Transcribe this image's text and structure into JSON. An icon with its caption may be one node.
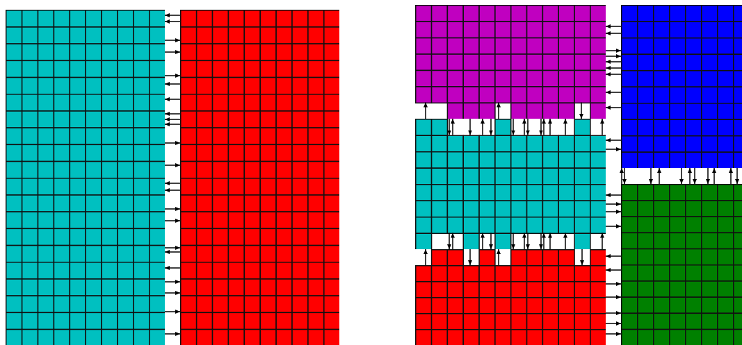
{
  "diagram": {
    "nodes": [
      {
        "text": [],
        "shape": "box"
      },
      {
        "text": [],
        "shape": "box"
      },
      {
        "text": [],
        "shape": "box"
      },
      {
        "text": [],
        "shape": "box"
      },
      {
        "text": [],
        "shape": "box"
      },
      {
        "text": [],
        "shape": "box"
      },
      {
        "text": [],
        "shape": "box"
      }
    ],
    "edges": [
      {
        "from": 1,
        "to": 0,
        "arrow": "to"
      },
      {
        "from": 1,
        "to": 0,
        "arrow": "to"
      },
      {
        "from": 0,
        "to": 1,
        "arrow": "to"
      },
      {
        "from": 0,
        "to": 1,
        "arrow": "to"
      },
      {
        "from": 0,
        "to": 1,
        "arrow": "to"
      },
      {
        "from": 1,
        "to": 0,
        "arrow": "to"
      },
      {
        "from": 1,
        "to": 0,
        "arrow": "to"
      },
      {
        "from": 1,
        "to": 0,
        "arrow": "to"
      },
      {
        "from": 1,
        "to": 0,
        "arrow": "to"
      },
      {
        "from": 1,
        "to": 0,
        "arrow": "to"
      },
      {
        "from": 0,
        "to": 1,
        "arrow": "to"
      },
      {
        "from": 0,
        "to": 1,
        "arrow": "to"
      },
      {
        "from": 1,
        "to": 0,
        "arrow": "to"
      },
      {
        "from": 1,
        "to": 0,
        "arrow": "to"
      },
      {
        "from": 0,
        "to": 1,
        "arrow": "to"
      },
      {
        "from": 0,
        "to": 1,
        "arrow": "to"
      },
      {
        "from": 0,
        "to": 1,
        "arrow": "to"
      },
      {
        "from": 1,
        "to": 0,
        "arrow": "to"
      },
      {
        "from": 1,
        "to": 0,
        "arrow": "to"
      },
      {
        "from": 0,
        "to": 1,
        "arrow": "to"
      },
      {
        "from": 0,
        "to": 1,
        "arrow": "to"
      },
      {
        "from": 0,
        "to": 1,
        "arrow": "to"
      },
      {
        "from": 0,
        "to": 1,
        "arrow": "to"
      },
      {
        "from": 3,
        "to": 2,
        "arrow": "to"
      },
      {
        "from": 3,
        "to": 2,
        "arrow": "to"
      },
      {
        "from": 2,
        "to": 3,
        "arrow": "to"
      },
      {
        "from": 2,
        "to": 3,
        "arrow": "to"
      },
      {
        "from": 3,
        "to": 2,
        "arrow": "to"
      },
      {
        "from": 3,
        "to": 2,
        "arrow": "to"
      },
      {
        "from": 3,
        "to": 2,
        "arrow": "to"
      },
      {
        "from": 3,
        "to": 2,
        "arrow": "to"
      },
      {
        "from": 3,
        "to": 2,
        "arrow": "to"
      },
      {
        "from": 3,
        "to": 4,
        "arrow": "to"
      },
      {
        "from": 4,
        "to": 3,
        "arrow": "to"
      },
      {
        "from": 5,
        "to": 4,
        "arrow": "to"
      },
      {
        "from": 4,
        "to": 5,
        "arrow": "to"
      },
      {
        "from": 4,
        "to": 5,
        "arrow": "to"
      },
      {
        "from": 4,
        "to": 5,
        "arrow": "to"
      },
      {
        "from": 5,
        "to": 6,
        "arrow": "to"
      },
      {
        "from": 5,
        "to": 6,
        "arrow": "to"
      },
      {
        "from": 6,
        "to": 5,
        "arrow": "to"
      },
      {
        "from": 6,
        "to": 5,
        "arrow": "to"
      },
      {
        "from": 6,
        "to": 5,
        "arrow": "to"
      },
      {
        "from": 6,
        "to": 5,
        "arrow": "to"
      },
      {
        "from": 6,
        "to": 5,
        "arrow": "to"
      },
      {
        "from": 5,
        "to": 3,
        "arrow": "to"
      },
      {
        "from": 3,
        "to": 5,
        "arrow": "to"
      },
      {
        "from": 3,
        "to": 5,
        "arrow": "to"
      },
      {
        "from": 5,
        "to": 3,
        "arrow": "to"
      },
      {
        "from": 3,
        "to": 5,
        "arrow": "to"
      },
      {
        "from": 5,
        "to": 3,
        "arrow": "to"
      },
      {
        "from": 3,
        "to": 5,
        "arrow": "to"
      },
      {
        "from": 3,
        "to": 5,
        "arrow": "to"
      },
      {
        "from": 5,
        "to": 3,
        "arrow": "to"
      },
      {
        "from": 5,
        "to": 3,
        "arrow": "to"
      },
      {
        "from": 3,
        "to": 5,
        "arrow": "to"
      },
      {
        "from": 4,
        "to": 2,
        "arrow": "to"
      },
      {
        "from": 4,
        "to": 2,
        "arrow": "to"
      },
      {
        "from": 2,
        "to": 4,
        "arrow": "to"
      },
      {
        "from": 2,
        "to": 4,
        "arrow": "to"
      },
      {
        "from": 4,
        "to": 2,
        "arrow": "to"
      },
      {
        "from": 2,
        "to": 4,
        "arrow": "to"
      },
      {
        "from": 4,
        "to": 2,
        "arrow": "to"
      },
      {
        "from": 2,
        "to": 4,
        "arrow": "to"
      },
      {
        "from": 2,
        "to": 4,
        "arrow": "to"
      },
      {
        "from": 4,
        "to": 2,
        "arrow": "to"
      },
      {
        "from": 2,
        "to": 4,
        "arrow": "to"
      },
      {
        "from": 2,
        "to": 4,
        "arrow": "to"
      },
      {
        "from": 4,
        "to": 2,
        "arrow": "to"
      },
      {
        "from": 4,
        "to": 2,
        "arrow": "to"
      },
      {
        "from": 4,
        "to": 2,
        "arrow": "to"
      },
      {
        "from": 4,
        "to": 2,
        "arrow": "to"
      },
      {
        "from": 4,
        "to": 6,
        "arrow": "to"
      },
      {
        "from": 6,
        "to": 4,
        "arrow": "to"
      },
      {
        "from": 6,
        "to": 4,
        "arrow": "to"
      },
      {
        "from": 4,
        "to": 6,
        "arrow": "to"
      },
      {
        "from": 4,
        "to": 6,
        "arrow": "to"
      },
      {
        "from": 6,
        "to": 4,
        "arrow": "to"
      },
      {
        "from": 4,
        "to": 6,
        "arrow": "to"
      },
      {
        "from": 4,
        "to": 6,
        "arrow": "to"
      },
      {
        "from": 6,
        "to": 4,
        "arrow": "to"
      },
      {
        "from": 6,
        "to": 4,
        "arrow": "to"
      },
      {
        "from": 6,
        "to": 4,
        "arrow": "to"
      },
      {
        "from": 6,
        "to": 4,
        "arrow": "to"
      },
      {
        "from": 6,
        "to": 4,
        "arrow": "to"
      },
      {
        "from": 4,
        "to": 6,
        "arrow": "to"
      },
      {
        "from": 6,
        "to": 4,
        "arrow": "to"
      },
      {
        "from": 4,
        "to": 6,
        "arrow": "to"
      }
    ]
  }
}
